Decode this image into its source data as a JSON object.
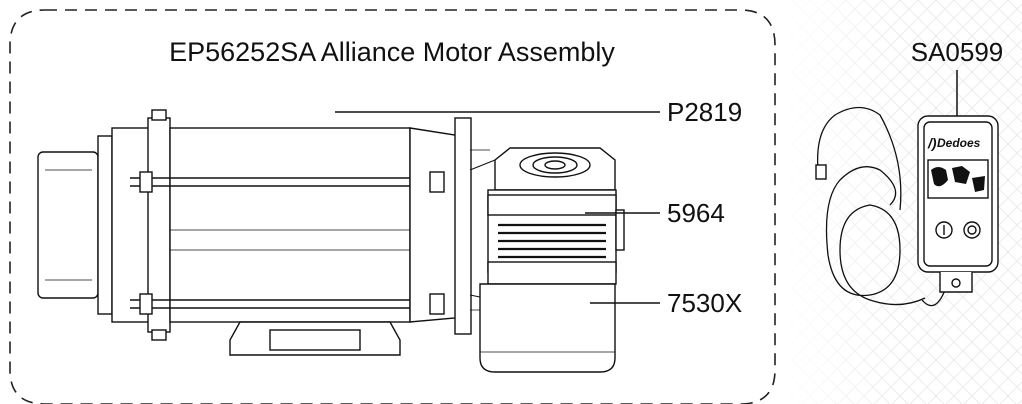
{
  "assembly": {
    "title": "EP56252SA Alliance Motor Assembly"
  },
  "callouts": [
    {
      "id": "motor",
      "label": "P2819"
    },
    {
      "id": "gearbox",
      "label": "5964"
    },
    {
      "id": "flange",
      "label": "7530X"
    }
  ],
  "control_box": {
    "part_number": "SA0599",
    "brand": "Dedoes",
    "buttons": [
      "I",
      "O"
    ]
  }
}
